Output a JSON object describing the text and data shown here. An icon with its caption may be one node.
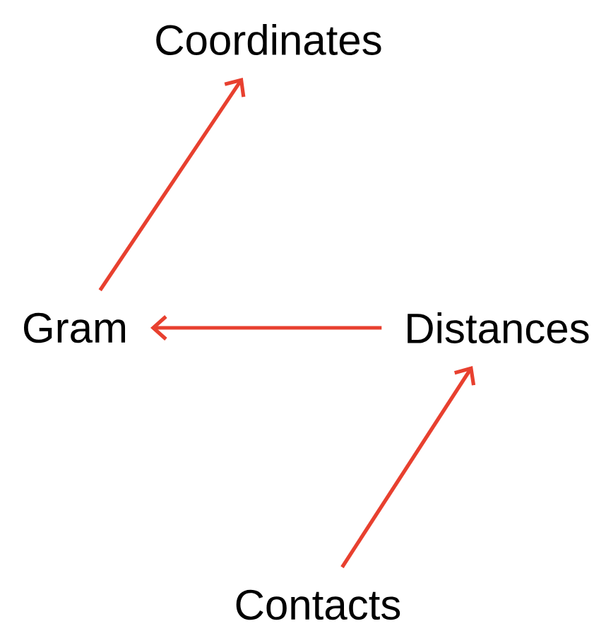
{
  "diagram": {
    "nodes": [
      {
        "text": [
          "Coordinates"
        ]
      },
      {
        "text": [
          "Gram"
        ]
      },
      {
        "text": [
          "Distances"
        ]
      },
      {
        "text": [
          "Contacts"
        ]
      }
    ],
    "edges": [
      {
        "from": 1,
        "to": 0,
        "arrow": "to"
      },
      {
        "from": 2,
        "to": 1,
        "arrow": "to"
      },
      {
        "from": 3,
        "to": 2,
        "arrow": "to"
      }
    ]
  }
}
